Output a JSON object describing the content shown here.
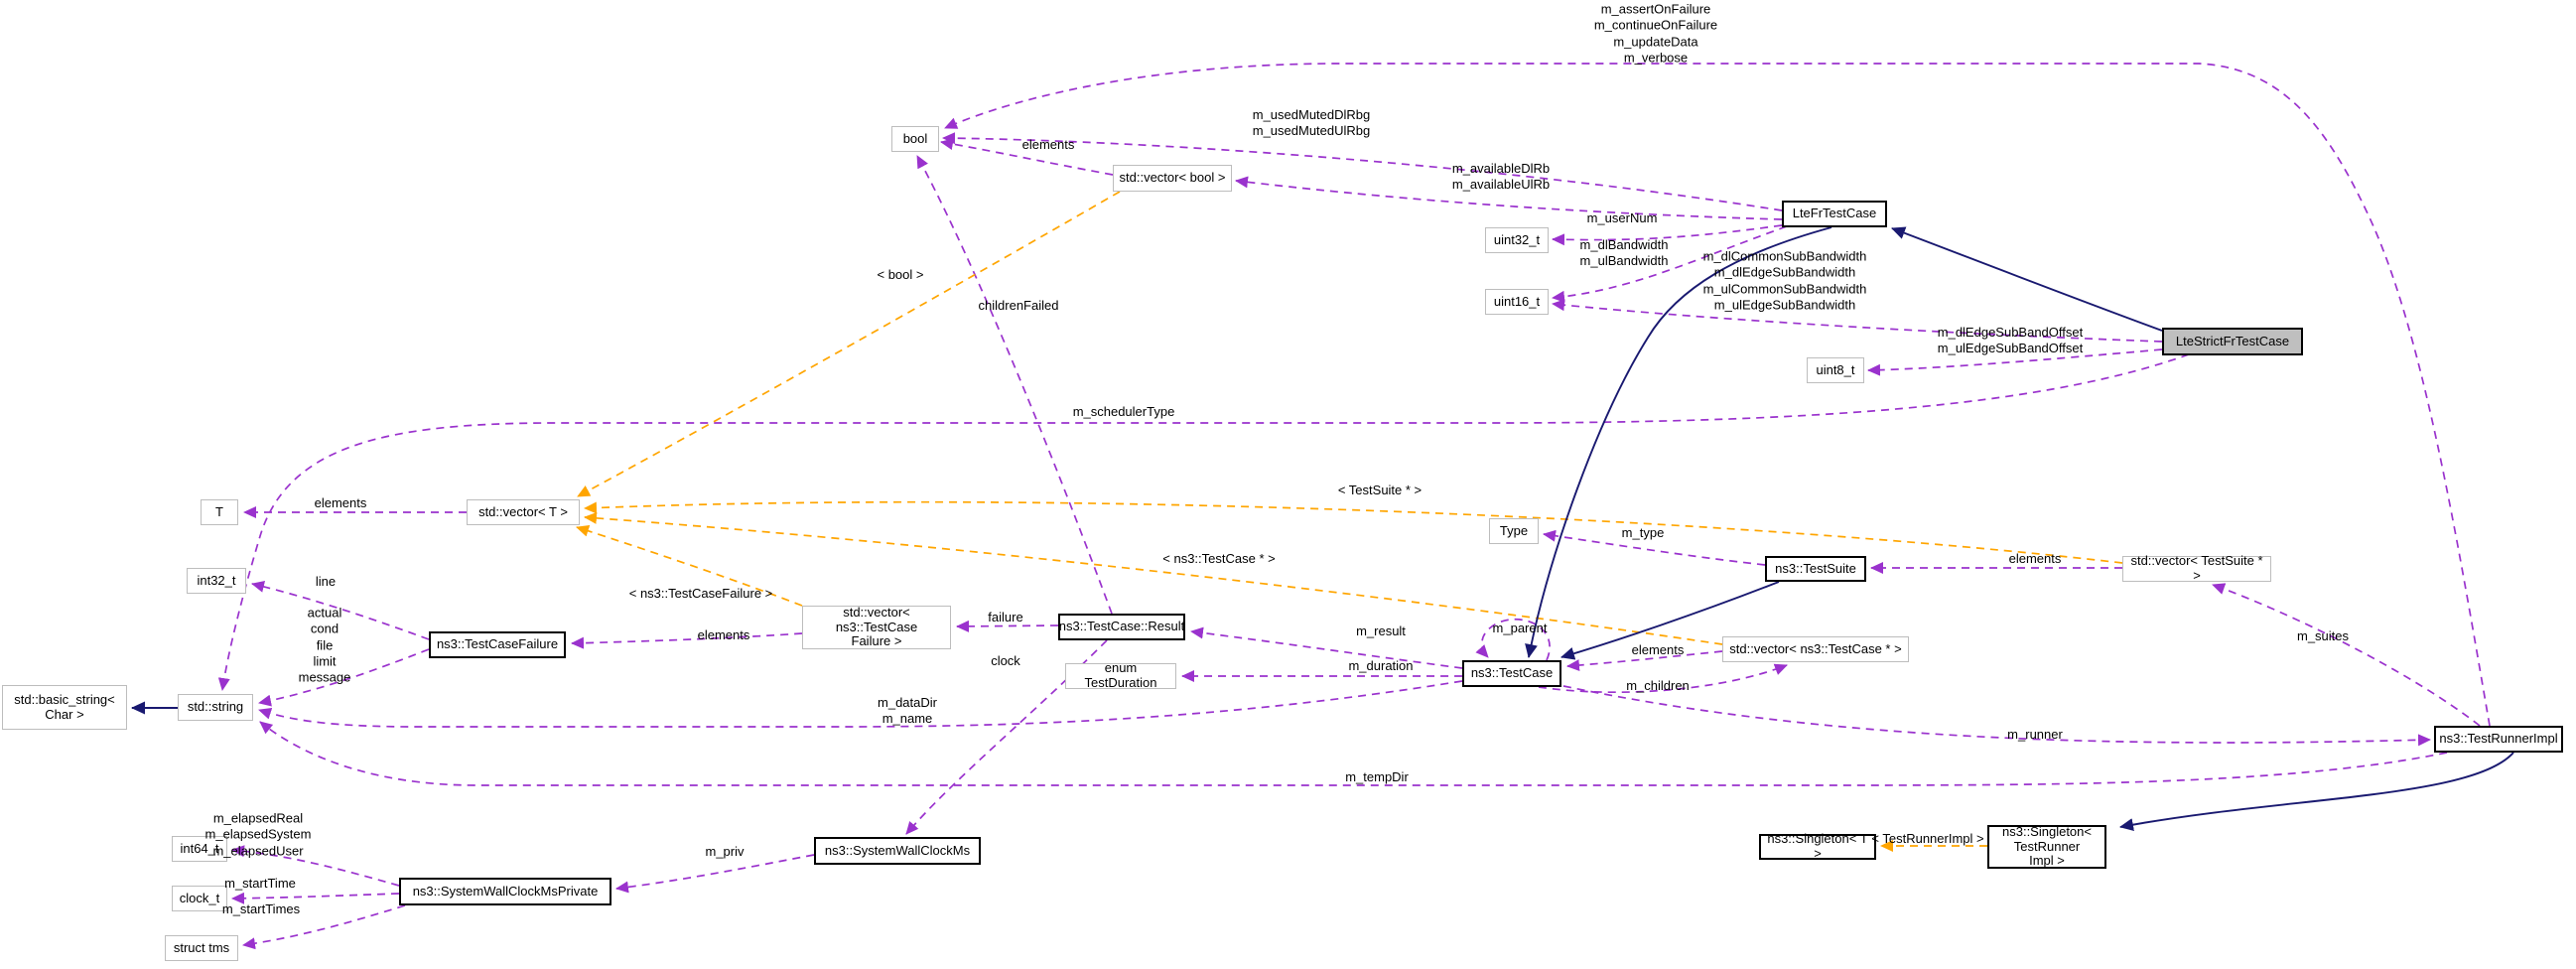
{
  "diagram": {
    "kind": "doxygen-collaboration-graph",
    "focus_class": "LteStrictFrTestCase",
    "colors": {
      "usage_edge": "#9a32cd",
      "template_edge": "#ffa500",
      "inheritance_edge": "#191970",
      "highlight_fill": "#bfbfbf",
      "plain_border": "#bdbdbd",
      "bold_border": "#000000",
      "background": "#ffffff"
    },
    "nodes": {
      "bool": {
        "label": "bool"
      },
      "vec_bool": {
        "label": "std::vector< bool >"
      },
      "lte_fr": {
        "label": "LteFrTestCase"
      },
      "uint32": {
        "label": "uint32_t"
      },
      "uint16": {
        "label": "uint16_t"
      },
      "lte_strict": {
        "label": "LteStrictFrTestCase"
      },
      "uint8": {
        "label": "uint8_t"
      },
      "t": {
        "label": "T"
      },
      "vec_t": {
        "label": "std::vector< T >"
      },
      "int32": {
        "label": "int32_t"
      },
      "tcf": {
        "label": "ns3::TestCaseFailure"
      },
      "vec_tcf": {
        "label": "std::vector< ns3::TestCase\nFailure >"
      },
      "result": {
        "label": "ns3::TestCase::Result"
      },
      "duration": {
        "label": "enum TestDuration"
      },
      "type": {
        "label": "Type"
      },
      "suite": {
        "label": "ns3::TestSuite"
      },
      "vec_ts": {
        "label": "std::vector< TestSuite * >"
      },
      "vec_tc": {
        "label": "std::vector< ns3::TestCase * >"
      },
      "tcase": {
        "label": "ns3::TestCase"
      },
      "basic_string": {
        "label": "std::basic_string<\nChar >"
      },
      "std_string": {
        "label": "std::string"
      },
      "tri": {
        "label": "ns3::TestRunnerImpl"
      },
      "int64": {
        "label": "int64_t"
      },
      "clockt": {
        "label": "clock_t"
      },
      "tms": {
        "label": "struct tms"
      },
      "priv": {
        "label": "ns3::SystemWallClockMsPrivate"
      },
      "swcm": {
        "label": "ns3::SystemWallClockMs"
      },
      "singleton_t": {
        "label": "ns3::Singleton< T >"
      },
      "singleton_tri": {
        "label": "ns3::Singleton< TestRunner\nImpl >"
      }
    },
    "edge_labels": {
      "assert_group": {
        "text": "m_assertOnFailure\nm_continueOnFailure\nm_updateData\nm_verbose"
      },
      "used_muted": {
        "text": "m_usedMutedDlRbg\nm_usedMutedUlRbg"
      },
      "elements_bool": {
        "text": "elements"
      },
      "available_rb": {
        "text": "m_availableDlRb\nm_availableUlRb"
      },
      "user_num": {
        "text": "m_userNum"
      },
      "bandwidth": {
        "text": "m_dlBandwidth\nm_ulBandwidth"
      },
      "common_sub": {
        "text": "m_dlCommonSubBandwidth\nm_dlEdgeSubBandwidth\nm_ulCommonSubBandwidth\nm_ulEdgeSubBandwidth"
      },
      "edge_offset": {
        "text": "m_dlEdgeSubBandOffset\nm_ulEdgeSubBandOffset"
      },
      "bool_tpl": {
        "text": "< bool >"
      },
      "children_failed": {
        "text": "childrenFailed"
      },
      "scheduler_type": {
        "text": "m_schedulerType"
      },
      "elements_t": {
        "text": "elements"
      },
      "suite_tpl": {
        "text": "< TestSuite * >"
      },
      "case_tpl": {
        "text": "< ns3::TestCase * >"
      },
      "m_type": {
        "text": "m_type"
      },
      "elements_ts": {
        "text": "elements"
      },
      "line": {
        "text": "line"
      },
      "acflm": {
        "text": "actual\ncond\nfile\nlimit\nmessage"
      },
      "tcf_tpl": {
        "text": "< ns3::TestCaseFailure >"
      },
      "elements_tcf": {
        "text": "elements"
      },
      "failure": {
        "text": "failure"
      },
      "clock": {
        "text": "clock"
      },
      "m_result": {
        "text": "m_result"
      },
      "m_parent": {
        "text": "m_parent"
      },
      "m_duration": {
        "text": "m_duration"
      },
      "elements_tc": {
        "text": "elements"
      },
      "m_children": {
        "text": "m_children"
      },
      "data_dir": {
        "text": "m_dataDir\nm_name"
      },
      "m_suites": {
        "text": "m_suites"
      },
      "m_runner": {
        "text": "m_runner"
      },
      "m_temp_dir": {
        "text": "m_tempDir"
      },
      "elapsed": {
        "text": "m_elapsedReal\nm_elapsedSystem\nm_elapsedUser"
      },
      "start_time": {
        "text": "m_startTime"
      },
      "start_times": {
        "text": "m_startTimes"
      },
      "m_priv": {
        "text": "m_priv"
      },
      "tri_tpl": {
        "text": "< TestRunnerImpl >"
      }
    },
    "edges": [
      {
        "from": "ns3::TestRunnerImpl",
        "to": "bool",
        "label": "m_assertOnFailure m_continueOnFailure m_updateData m_verbose",
        "kind": "usage"
      },
      {
        "from": "LteFrTestCase",
        "to": "bool",
        "label": "m_usedMutedDlRbg m_usedMutedUlRbg",
        "kind": "usage"
      },
      {
        "from": "std::vector< bool >",
        "to": "bool",
        "label": "elements",
        "kind": "usage"
      },
      {
        "from": "ns3::TestCase::Result",
        "to": "bool",
        "label": "childrenFailed",
        "kind": "usage"
      },
      {
        "from": "LteFrTestCase",
        "to": "std::vector< bool >",
        "label": "m_availableDlRb m_availableUlRb",
        "kind": "usage"
      },
      {
        "from": "LteFrTestCase",
        "to": "uint32_t",
        "label": "m_userNum",
        "kind": "usage"
      },
      {
        "from": "LteFrTestCase",
        "to": "uint16_t",
        "label": "m_dlBandwidth m_ulBandwidth",
        "kind": "usage"
      },
      {
        "from": "LteStrictFrTestCase",
        "to": "uint16_t",
        "label": "m_dlCommonSubBandwidth m_dlEdgeSubBandwidth m_ulCommonSubBandwidth m_ulEdgeSubBandwidth",
        "kind": "usage"
      },
      {
        "from": "LteStrictFrTestCase",
        "to": "uint8_t",
        "label": "m_dlEdgeSubBandOffset m_ulEdgeSubBandOffset",
        "kind": "usage"
      },
      {
        "from": "LteStrictFrTestCase",
        "to": "std::string",
        "label": "m_schedulerType",
        "kind": "usage"
      },
      {
        "from": "std::vector< T >",
        "to": "T",
        "label": "elements",
        "kind": "usage"
      },
      {
        "from": "ns3::TestCaseFailure",
        "to": "int32_t",
        "label": "line",
        "kind": "usage"
      },
      {
        "from": "ns3::TestCaseFailure",
        "to": "std::string",
        "label": "actual cond file limit message",
        "kind": "usage"
      },
      {
        "from": "std::vector< ns3::TestCaseFailure >",
        "to": "ns3::TestCaseFailure",
        "label": "elements",
        "kind": "usage"
      },
      {
        "from": "ns3::TestCase::Result",
        "to": "std::vector< ns3::TestCaseFailure >",
        "label": "failure",
        "kind": "usage"
      },
      {
        "from": "ns3::TestCase::Result",
        "to": "ns3::SystemWallClockMs",
        "label": "clock",
        "kind": "usage"
      },
      {
        "from": "ns3::TestCase",
        "to": "ns3::TestCase::Result",
        "label": "m_result",
        "kind": "usage"
      },
      {
        "from": "ns3::TestCase",
        "to": "enum TestDuration",
        "label": "m_duration",
        "kind": "usage"
      },
      {
        "from": "ns3::TestCase",
        "to": "ns3::TestCase",
        "label": "m_parent",
        "kind": "usage"
      },
      {
        "from": "std::vector< ns3::TestCase * >",
        "to": "ns3::TestCase",
        "label": "elements",
        "kind": "usage"
      },
      {
        "from": "ns3::TestCase",
        "to": "std::vector< ns3::TestCase * >",
        "label": "m_children",
        "kind": "usage"
      },
      {
        "from": "ns3::TestCase",
        "to": "std::string",
        "label": "m_dataDir m_name",
        "kind": "usage"
      },
      {
        "from": "ns3::TestSuite",
        "to": "Type",
        "label": "m_type",
        "kind": "usage"
      },
      {
        "from": "std::vector< TestSuite * >",
        "to": "ns3::TestSuite",
        "label": "elements",
        "kind": "usage"
      },
      {
        "from": "ns3::TestRunnerImpl",
        "to": "std::vector< TestSuite * >",
        "label": "m_suites",
        "kind": "usage"
      },
      {
        "from": "ns3::TestCase",
        "to": "ns3::TestRunnerImpl",
        "label": "m_runner",
        "kind": "usage"
      },
      {
        "from": "ns3::TestRunnerImpl",
        "to": "std::string",
        "label": "m_tempDir",
        "kind": "usage"
      },
      {
        "from": "ns3::SystemWallClockMsPrivate",
        "to": "int64_t",
        "label": "m_elapsedReal m_elapsedSystem m_elapsedUser",
        "kind": "usage"
      },
      {
        "from": "ns3::SystemWallClockMsPrivate",
        "to": "clock_t",
        "label": "m_startTime",
        "kind": "usage"
      },
      {
        "from": "ns3::SystemWallClockMsPrivate",
        "to": "struct tms",
        "label": "m_startTimes",
        "kind": "usage"
      },
      {
        "from": "ns3::SystemWallClockMs",
        "to": "ns3::SystemWallClockMsPrivate",
        "label": "m_priv",
        "kind": "usage"
      },
      {
        "from": "std::vector< bool >",
        "to": "std::vector< T >",
        "label": "< bool >",
        "kind": "template"
      },
      {
        "from": "std::vector< TestSuite * >",
        "to": "std::vector< T >",
        "label": "< TestSuite * >",
        "kind": "template"
      },
      {
        "from": "std::vector< ns3::TestCase * >",
        "to": "std::vector< T >",
        "label": "< ns3::TestCase * >",
        "kind": "template"
      },
      {
        "from": "std::vector< ns3::TestCaseFailure >",
        "to": "std::vector< T >",
        "label": "< ns3::TestCaseFailure >",
        "kind": "template"
      },
      {
        "from": "ns3::Singleton< TestRunnerImpl >",
        "to": "ns3::Singleton< T >",
        "label": "< TestRunnerImpl >",
        "kind": "template"
      },
      {
        "from": "LteStrictFrTestCase",
        "to": "LteFrTestCase",
        "label": "",
        "kind": "inheritance"
      },
      {
        "from": "LteFrTestCase",
        "to": "ns3::TestCase",
        "label": "",
        "kind": "inheritance"
      },
      {
        "from": "ns3::TestSuite",
        "to": "ns3::TestCase",
        "label": "",
        "kind": "inheritance"
      },
      {
        "from": "std::string",
        "to": "std::basic_string< Char >",
        "label": "",
        "kind": "inheritance"
      },
      {
        "from": "ns3::TestRunnerImpl",
        "to": "ns3::Singleton< TestRunnerImpl >",
        "label": "",
        "kind": "inheritance"
      }
    ]
  }
}
